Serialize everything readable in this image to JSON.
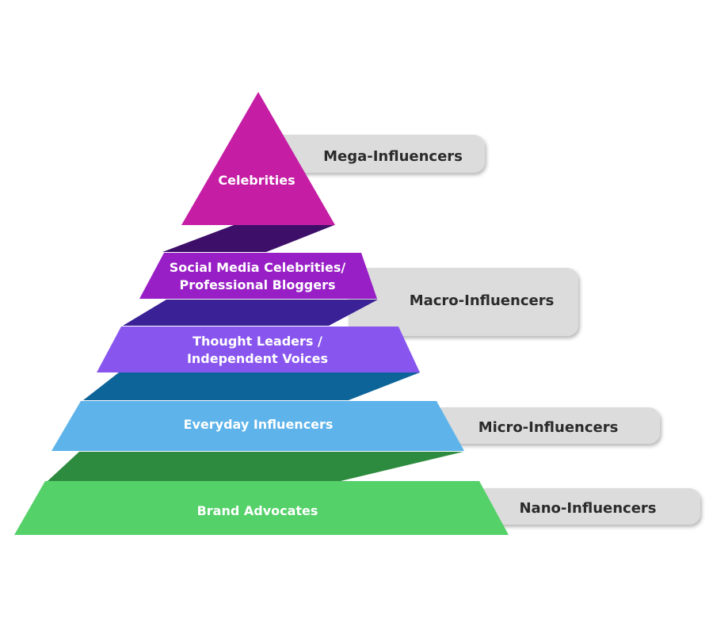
{
  "tiers": [
    {
      "id": "celebrities",
      "lines": [
        "Celebrities"
      ],
      "color": "#C51EA5"
    },
    {
      "id": "social-media",
      "lines": [
        "Social Media Celebrities/",
        "Professional Bloggers"
      ],
      "color": "#981FC6"
    },
    {
      "id": "thought-leaders",
      "lines": [
        "Thought Leaders /",
        "Independent Voices"
      ],
      "color": "#8856EE"
    },
    {
      "id": "everyday",
      "lines": [
        "Everyday Influencers"
      ],
      "color": "#5DB3EA"
    },
    {
      "id": "brand-advocates",
      "lines": [
        "Brand Advocates"
      ],
      "color": "#54D169"
    }
  ],
  "connector_colors": [
    "#3E0F69",
    "#3A2196",
    "#0D6498",
    "#2D8B3F"
  ],
  "categories": [
    {
      "label": "Mega-Influencers"
    },
    {
      "label": "Macro-Influencers"
    },
    {
      "label": "Micro-Influencers"
    },
    {
      "label": "Nano-Influencers"
    }
  ],
  "category_fill": "#DCDCDC"
}
